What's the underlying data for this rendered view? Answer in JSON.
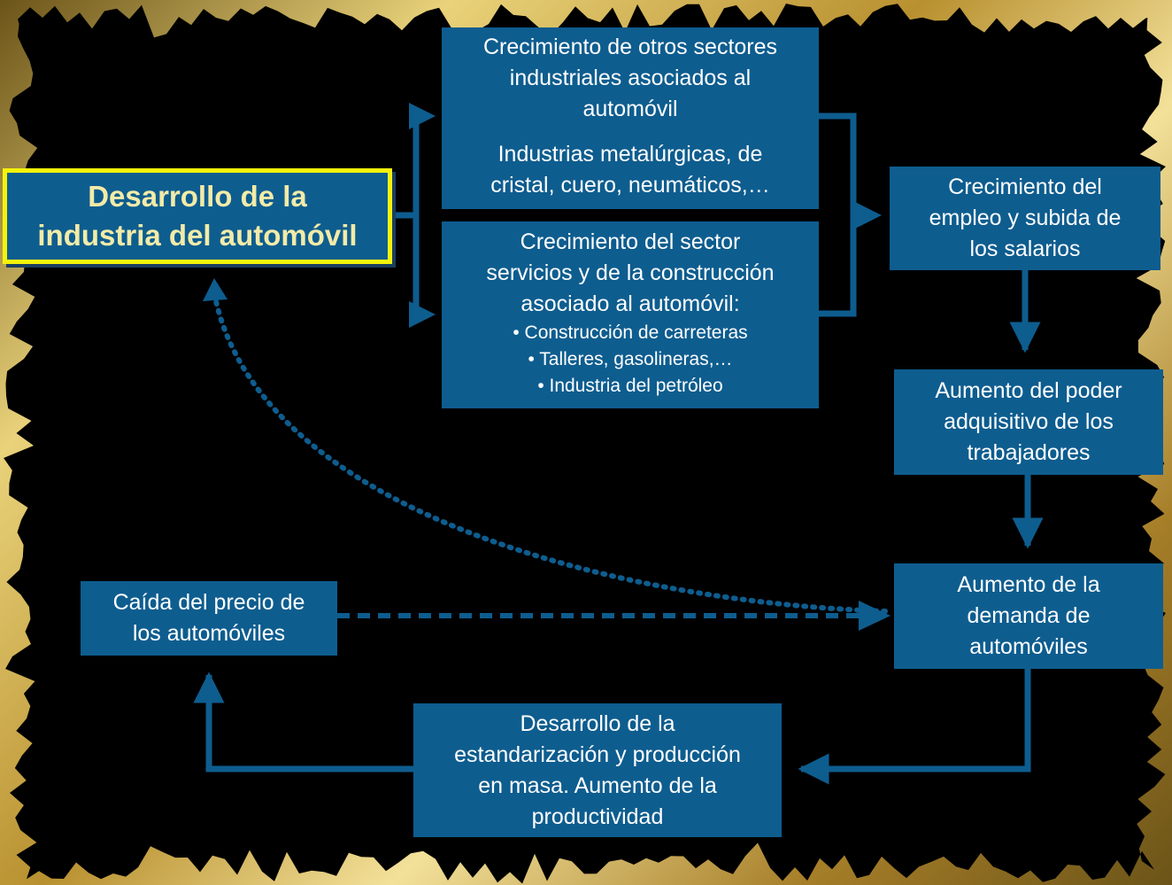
{
  "colors": {
    "box_fill": "#0e5d8f",
    "arrow": "#0e5d8f",
    "main_border": "#f4f20a",
    "main_text": "#f2eba8",
    "background": "#000000",
    "frame_gold": "#c9a642"
  },
  "nodes": {
    "main": {
      "line1": "Desarrollo de la",
      "line2": "industria del automóvil"
    },
    "otros_sectores": {
      "line1": "Crecimiento de otros sectores",
      "line2": "industriales asociados al",
      "line3": "automóvil",
      "line4": "Industrias metalúrgicas, de",
      "line5": "cristal, cuero, neumáticos,…"
    },
    "servicios": {
      "line1": "Crecimiento del sector",
      "line2": "servicios y de la construcción",
      "line3": "asociado al automóvil:",
      "items": [
        "• Construcción de carreteras",
        "• Talleres, gasolineras,…",
        "• Industria del petróleo"
      ]
    },
    "empleo": {
      "line1": "Crecimiento del",
      "line2": "empleo y subida de",
      "line3": "los salarios"
    },
    "poder": {
      "line1": "Aumento del poder",
      "line2": "adquisitivo de los",
      "line3": "trabajadores"
    },
    "demanda": {
      "line1": "Aumento de la",
      "line2": "demanda de",
      "line3": "automóviles"
    },
    "estandarizacion": {
      "line1": "Desarrollo de la",
      "line2": "estandarización y producción",
      "line3": "en masa. Aumento de la",
      "line4": "productividad"
    },
    "precio": {
      "line1": "Caída del precio de",
      "line2": "los automóviles"
    }
  }
}
